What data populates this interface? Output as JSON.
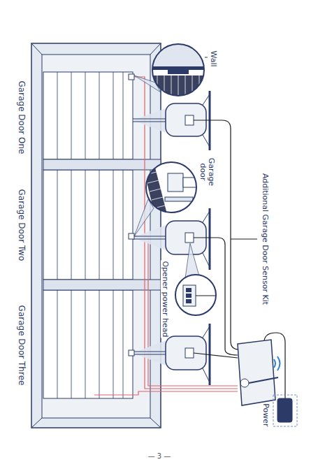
{
  "diagram": {
    "labels": [
      "Wall",
      "Garage door",
      "Additional Garage Door Sensor Kit",
      "Opener power head",
      "Power",
      "Garage Door One",
      "Garage Door Two",
      "Garage Door Three",
      "— 3 —"
    ]
  }
}
